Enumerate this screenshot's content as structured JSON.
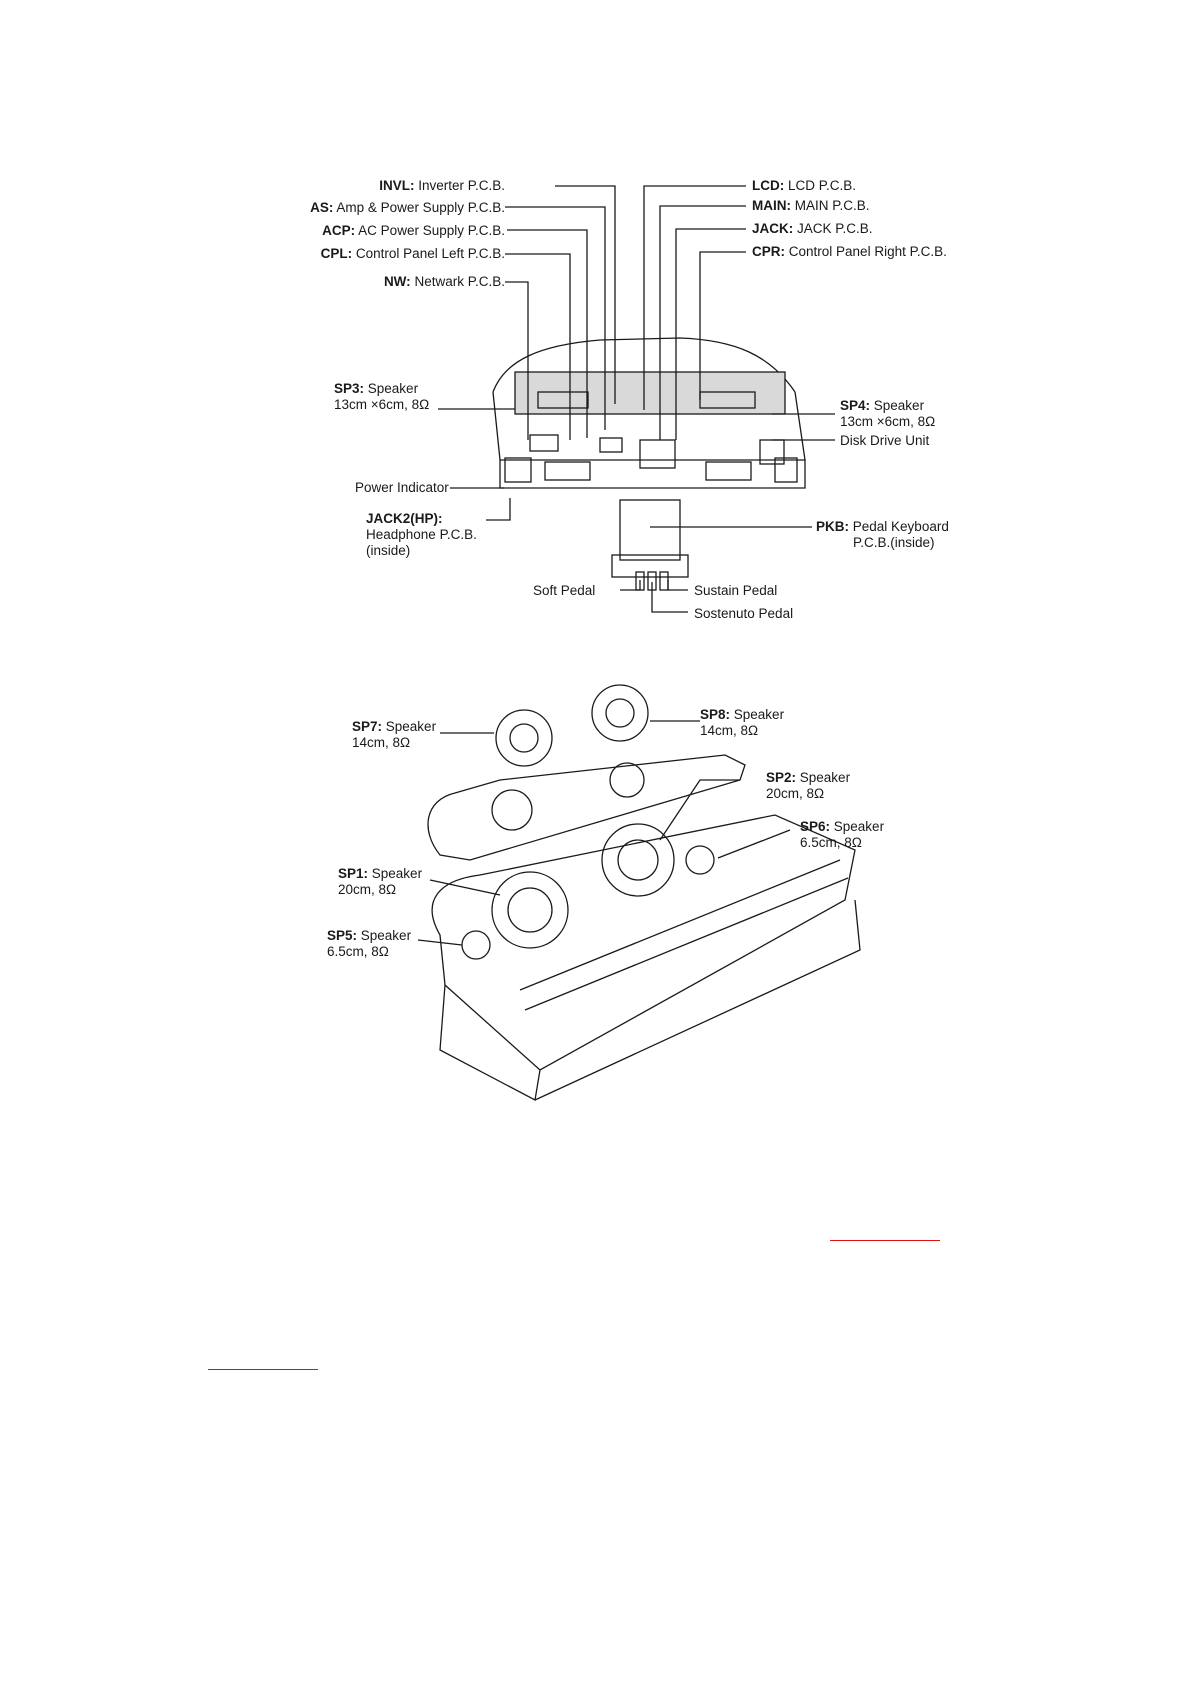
{
  "top_diagram": {
    "labels": {
      "invl": {
        "code": "INVL:",
        "text": "Inverter P.C.B."
      },
      "as": {
        "code": "AS:",
        "text": "Amp & Power Supply P.C.B."
      },
      "acp": {
        "code": "ACP:",
        "text": "AC Power Supply P.C.B."
      },
      "cpl": {
        "code": "CPL:",
        "text": "Control Panel Left P.C.B."
      },
      "nw": {
        "code": "NW:",
        "text": "Netwark P.C.B."
      },
      "lcd": {
        "code": "LCD:",
        "text": "LCD P.C.B."
      },
      "main": {
        "code": "MAIN:",
        "text": "MAIN P.C.B."
      },
      "jack": {
        "code": "JACK:",
        "text": "JACK P.C.B."
      },
      "cpr": {
        "code": "CPR:",
        "text": "Control Panel Right P.C.B."
      },
      "sp3": {
        "code": "SP3:",
        "text": "Speaker",
        "spec": "13cm ×6cm, 8Ω"
      },
      "sp4": {
        "code": "SP4:",
        "text": "Speaker",
        "spec": "13cm ×6cm, 8Ω"
      },
      "disk": {
        "text": "Disk Drive Unit"
      },
      "power": {
        "text": "Power Indicator"
      },
      "jack2": {
        "code": "JACK2(HP):",
        "line2": "Headphone P.C.B.",
        "line3": "(inside)"
      },
      "pkb": {
        "code": "PKB:",
        "text": "Pedal Keyboard",
        "line2": "P.C.B.(inside)"
      },
      "soft": {
        "text": "Soft Pedal"
      },
      "sustain": {
        "text": "Sustain Pedal"
      },
      "sostenuto": {
        "text": "Sostenuto Pedal"
      }
    }
  },
  "bottom_diagram": {
    "labels": {
      "sp7": {
        "code": "SP7:",
        "text": "Speaker",
        "spec": "14cm, 8Ω"
      },
      "sp8": {
        "code": "SP8:",
        "text": "Speaker",
        "spec": "14cm, 8Ω"
      },
      "sp2": {
        "code": "SP2:",
        "text": "Speaker",
        "spec": "20cm, 8Ω"
      },
      "sp6": {
        "code": "SP6:",
        "text": "Speaker",
        "spec": "6.5cm, 8Ω"
      },
      "sp1": {
        "code": "SP1:",
        "text": "Speaker",
        "spec": "20cm, 8Ω"
      },
      "sp5": {
        "code": "SP5:",
        "text": "Speaker",
        "spec": "6.5cm, 8Ω"
      }
    }
  },
  "colors": {
    "line": "#1a1a1a",
    "link_red": "#d11111",
    "panel_gray": "#d9d9d9"
  }
}
